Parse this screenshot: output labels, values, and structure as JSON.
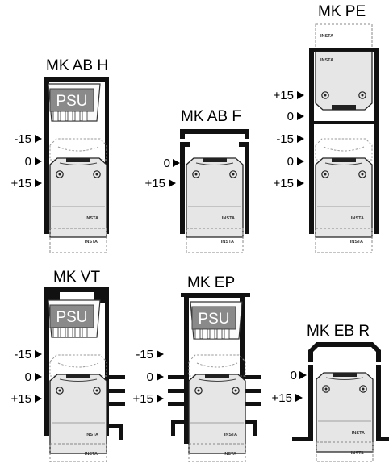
{
  "profiles": [
    {
      "id": "mk-ab-h",
      "title": "MK AB H",
      "levels": [
        "-15",
        "0",
        "+15"
      ],
      "psu": "PSU",
      "module_label": "INSTA",
      "ghost_label": "INSTA"
    },
    {
      "id": "mk-ab-f",
      "title": "MK AB F",
      "levels": [
        "0",
        "+15"
      ],
      "module_label": "INSTA",
      "ghost_label": "INSTA"
    },
    {
      "id": "mk-pe",
      "title": "MK PE",
      "levels": [
        "+15",
        "0",
        "-15",
        "0",
        "+15"
      ],
      "module_label": "INSTA",
      "upper_label": "INSTA",
      "ghost_label": "INSTA",
      "top_ghost_label": "INSTA"
    },
    {
      "id": "mk-vt",
      "title": "MK VT",
      "levels": [
        "-15",
        "0",
        "+15"
      ],
      "psu": "PSU",
      "module_label": "INSTA",
      "ghost_label": "INSTA"
    },
    {
      "id": "mk-ep",
      "title": "MK EP",
      "levels": [
        "-15",
        "0",
        "+15"
      ],
      "psu": "PSU",
      "module_label": "INSTA",
      "ghost_label": "INSTA"
    },
    {
      "id": "mk-eb-r",
      "title": "MK EB R",
      "levels": [
        "0",
        "+15"
      ],
      "module_label": "INSTA",
      "ghost_label": "INSTA"
    }
  ],
  "colors": {
    "rail": "#111111",
    "module_fill": "#e6e6e6",
    "psu_fill": "#8a8a8a",
    "ghost": "#888888"
  }
}
